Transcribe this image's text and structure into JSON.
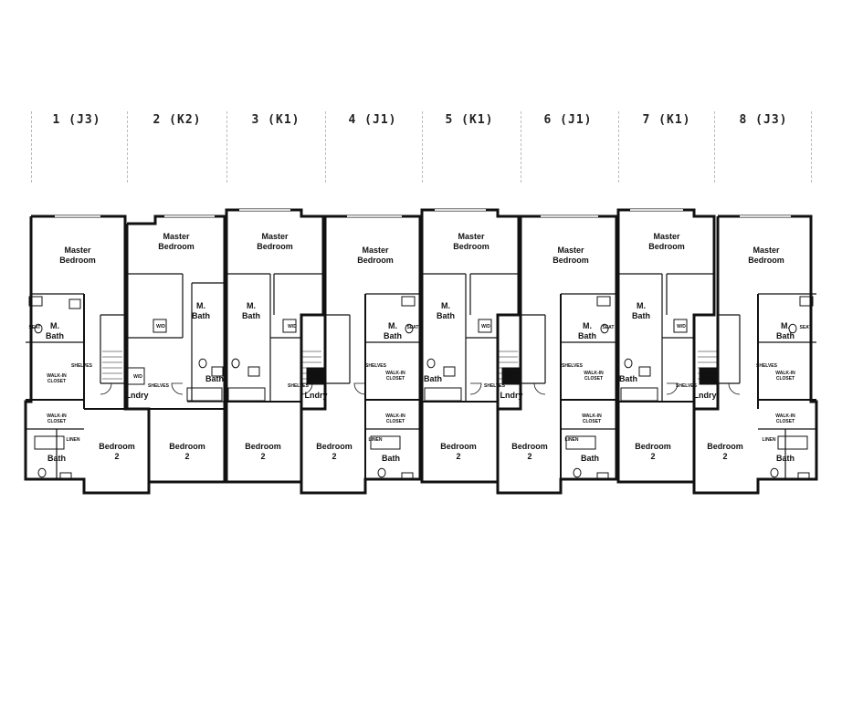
{
  "units": [
    {
      "label": "1 (J3)"
    },
    {
      "label": "2 (K2)"
    },
    {
      "label": "3 (K1)"
    },
    {
      "label": "4 (J1)"
    },
    {
      "label": "5 (K1)"
    },
    {
      "label": "6 (J1)"
    },
    {
      "label": "7 (K1)"
    },
    {
      "label": "8 (J3)"
    }
  ],
  "rooms": {
    "master_bedroom": "Master\nBedroom",
    "m_bath": "M.\nBath",
    "bath": "Bath",
    "bedroom_2": "Bedroom\n2",
    "laundry": "Lndry",
    "walk_in_closet": "WALK-IN\nCLOSET",
    "linen": "LINEN",
    "shelves": "SHELVES",
    "seat": "SEAT",
    "washer_dryer": "W/D"
  }
}
